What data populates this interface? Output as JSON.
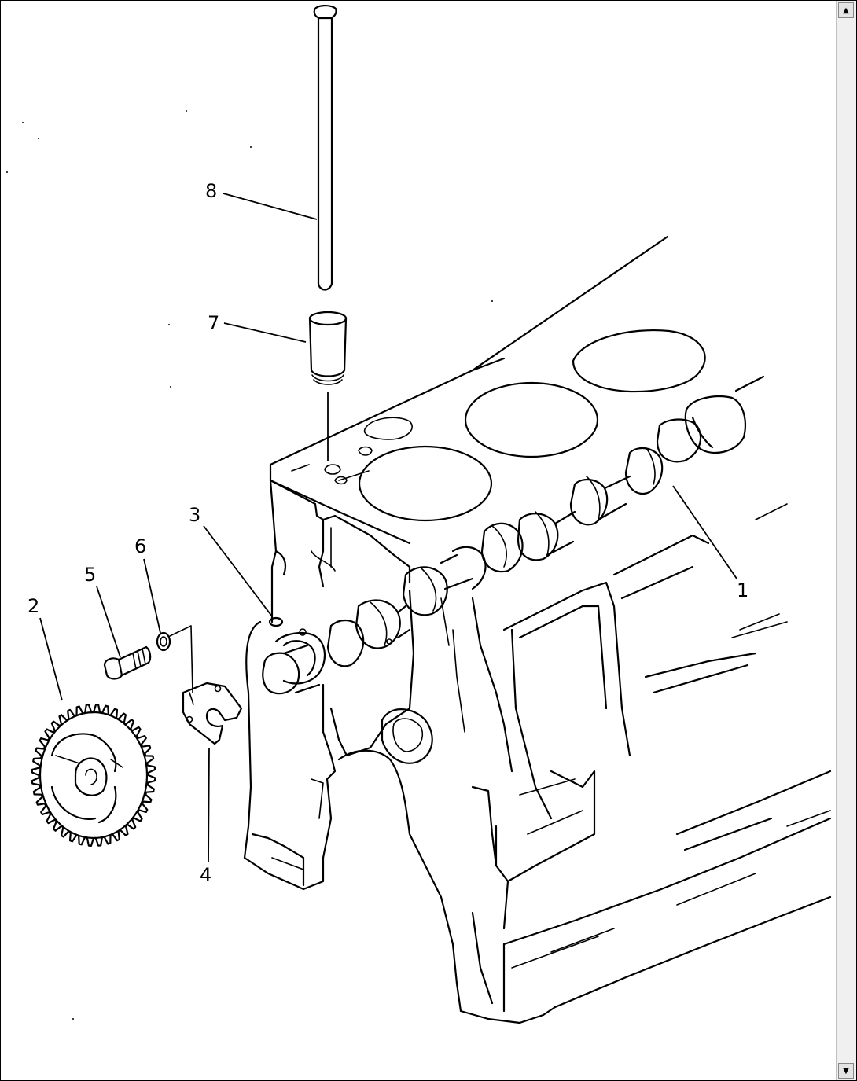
{
  "diagram": {
    "callouts": [
      {
        "id": "1",
        "label": "1"
      },
      {
        "id": "2",
        "label": "2"
      },
      {
        "id": "3",
        "label": "3"
      },
      {
        "id": "4",
        "label": "4"
      },
      {
        "id": "5",
        "label": "5"
      },
      {
        "id": "6",
        "label": "6"
      },
      {
        "id": "7",
        "label": "7"
      },
      {
        "id": "8",
        "label": "8"
      }
    ]
  },
  "scrollbar": {
    "up_icon": "▲",
    "down_icon": "▼"
  }
}
